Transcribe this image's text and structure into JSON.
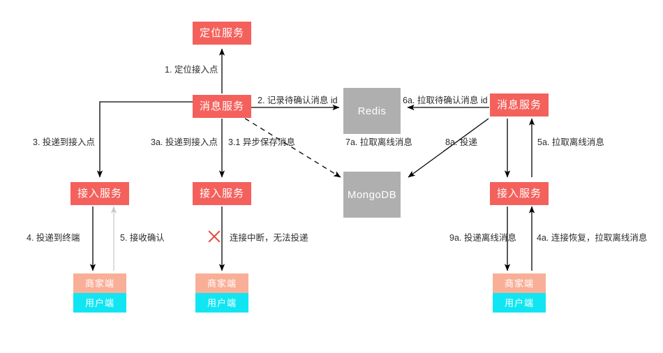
{
  "diagram": {
    "title": "IM message delivery flow diagram",
    "colors": {
      "service": "#F4615C",
      "store": "#AFAFAF",
      "merchant_client": "#F9AF97",
      "user_client": "#12E5F2",
      "edge": "#000000",
      "edge_muted": "#C9C9C9",
      "x_mark": "#E8453C",
      "text": "#2b2b2b"
    },
    "nodes": [
      {
        "id": "locate-service",
        "label": "定位服务",
        "type": "service"
      },
      {
        "id": "message-service-left",
        "label": "消息服务",
        "type": "service"
      },
      {
        "id": "redis",
        "label": "Redis",
        "type": "store"
      },
      {
        "id": "message-service-right",
        "label": "消息服务",
        "type": "service"
      },
      {
        "id": "mongodb",
        "label": "MongoDB",
        "type": "store"
      },
      {
        "id": "access-service-1",
        "label": "接入服务",
        "type": "service"
      },
      {
        "id": "access-service-2",
        "label": "接入服务",
        "type": "service"
      },
      {
        "id": "access-service-3",
        "label": "接入服务",
        "type": "service"
      },
      {
        "id": "client-1",
        "type": "client",
        "merchant_label": "商家端",
        "user_label": "用户端"
      },
      {
        "id": "client-2",
        "type": "client",
        "merchant_label": "商家端",
        "user_label": "用户端"
      },
      {
        "id": "client-3",
        "type": "client",
        "merchant_label": "商家端",
        "user_label": "用户端"
      }
    ],
    "edge_labels": [
      {
        "id": "e1",
        "text": "1. 定位接入点"
      },
      {
        "id": "e2",
        "text": "2. 记录待确认消息 id"
      },
      {
        "id": "e6a",
        "text": "6a. 拉取待确认消息 id"
      },
      {
        "id": "e3",
        "text": "3. 投递到接入点"
      },
      {
        "id": "e3a",
        "text": "3a. 投递到接入点"
      },
      {
        "id": "e31",
        "text": "3.1 异步保存消息"
      },
      {
        "id": "e7a",
        "text": "7a. 拉取离线消息"
      },
      {
        "id": "e8a",
        "text": "8a. 投递"
      },
      {
        "id": "e5a",
        "text": "5a. 拉取离线消息"
      },
      {
        "id": "e4",
        "text": "4. 投递到终端"
      },
      {
        "id": "e5",
        "text": "5. 接收确认"
      },
      {
        "id": "efail",
        "text": "连接中断，无法投递"
      },
      {
        "id": "e9a",
        "text": "9a. 投递离线消息"
      },
      {
        "id": "e4a",
        "text": "4a. 连接恢复，拉取离线消息"
      }
    ]
  }
}
